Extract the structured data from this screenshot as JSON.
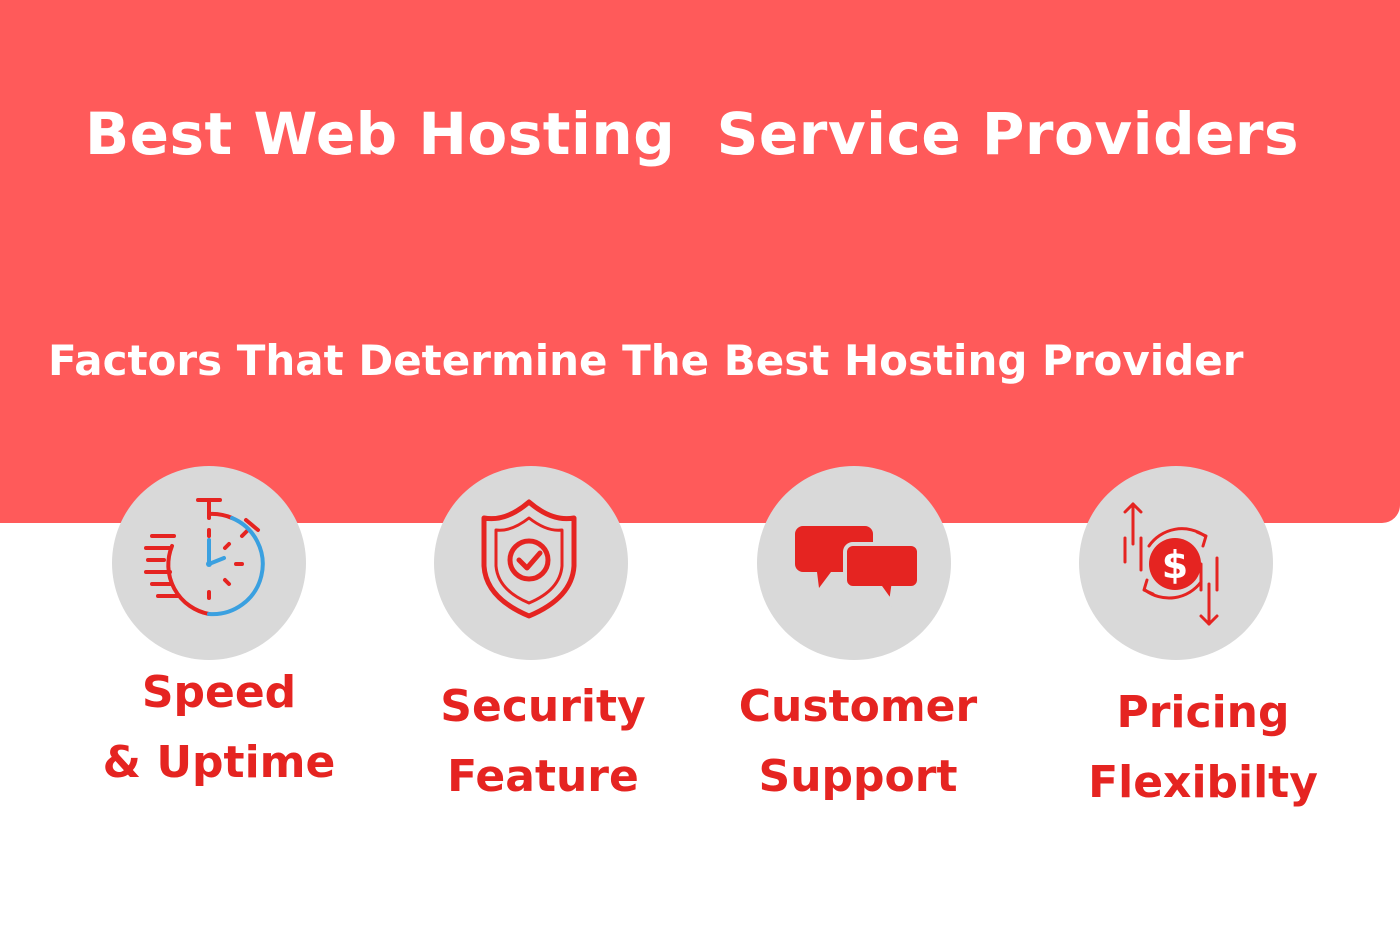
{
  "header": {
    "title": "Best Web Hosting  Service Providers",
    "subtitle": "Factors That Determine The Best Hosting Provider"
  },
  "factors": [
    {
      "icon": "stopwatch-icon",
      "line1": "Speed",
      "line2": "& Uptime"
    },
    {
      "icon": "shield-check-icon",
      "line1": "Security",
      "line2": "Feature"
    },
    {
      "icon": "chat-bubbles-icon",
      "line1": "Customer",
      "line2": "Support"
    },
    {
      "icon": "dollar-arrows-icon",
      "line1": "Pricing",
      "line2": "Flexibilty"
    }
  ],
  "colors": {
    "banner": "#ff5a5a",
    "accent": "#e52421",
    "circle": "#d9d9d9",
    "stopwatch_blue": "#3aa0e0"
  }
}
